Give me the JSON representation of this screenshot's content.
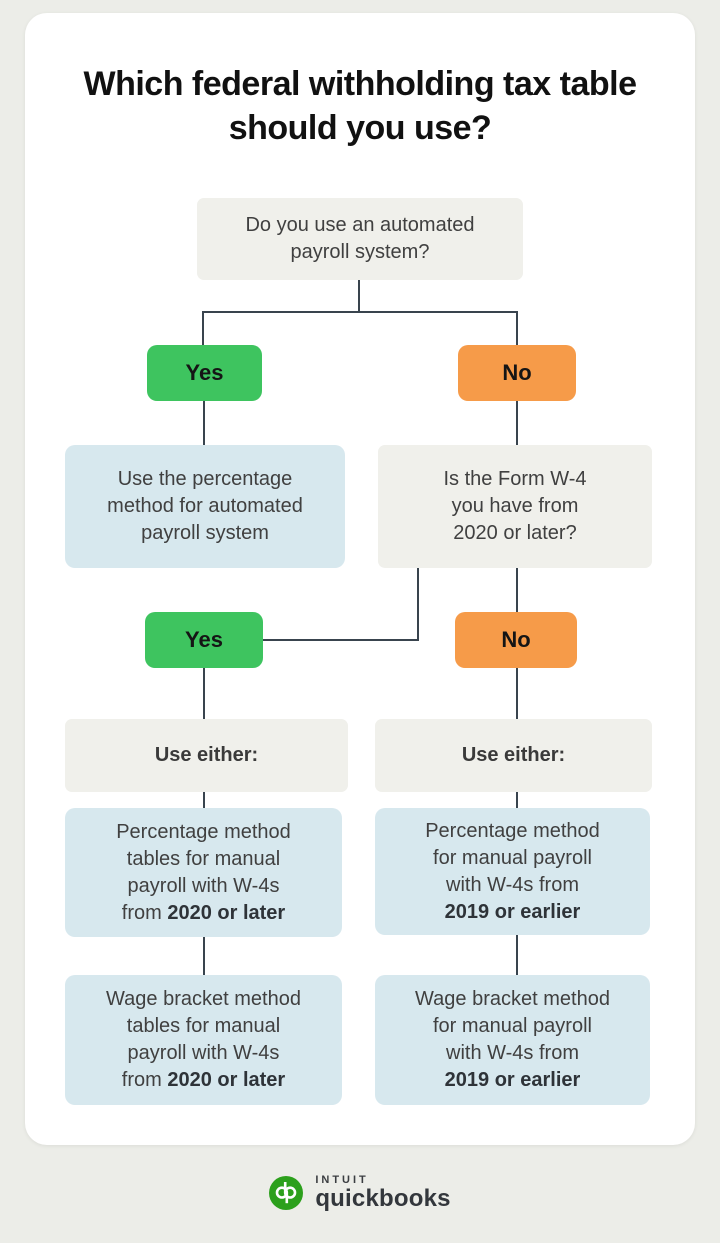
{
  "page": {
    "title": "Which federal withholding tax table should you use?"
  },
  "colors": {
    "background": "#ECEDE8",
    "card": "#FFFFFF",
    "question_box": "#F0F0EB",
    "result_box": "#D7E8EE",
    "yes_button": "#3EC45F",
    "no_button": "#F69B49",
    "connector": "#39444E",
    "qb_green": "#2CA01C"
  },
  "flowchart": {
    "q1": {
      "lines": [
        "Do you use an automated",
        "payroll system?"
      ]
    },
    "level1": {
      "yes": "Yes",
      "no": "No"
    },
    "automated_result": {
      "lines": [
        "Use the percentage",
        "method for automated",
        "payroll system"
      ]
    },
    "q2": {
      "lines": [
        "Is the Form W-4",
        "you have from",
        "2020 or later?"
      ]
    },
    "level2": {
      "yes": "Yes",
      "no": "No"
    },
    "use_either_left": "Use either:",
    "use_either_right": "Use either:",
    "percentage_left": {
      "lines": [
        "Percentage method",
        "tables for manual",
        "payroll with W-4s"
      ],
      "last_prefix": "from ",
      "last_bold": "2020 or later"
    },
    "percentage_right": {
      "lines": [
        "Percentage method",
        "for manual payroll",
        "with W-4s from"
      ],
      "last_prefix": "",
      "last_bold": "2019 or earlier"
    },
    "wage_left": {
      "lines": [
        "Wage bracket method",
        "tables for manual",
        "payroll with W-4s"
      ],
      "last_prefix": "from ",
      "last_bold": "2020 or later"
    },
    "wage_right": {
      "lines": [
        "Wage bracket method",
        "for manual payroll",
        "with W-4s from"
      ],
      "last_prefix": "",
      "last_bold": "2019 or earlier"
    }
  },
  "footer": {
    "brand_top": "INTUIT",
    "brand_bottom": "quickbooks"
  }
}
